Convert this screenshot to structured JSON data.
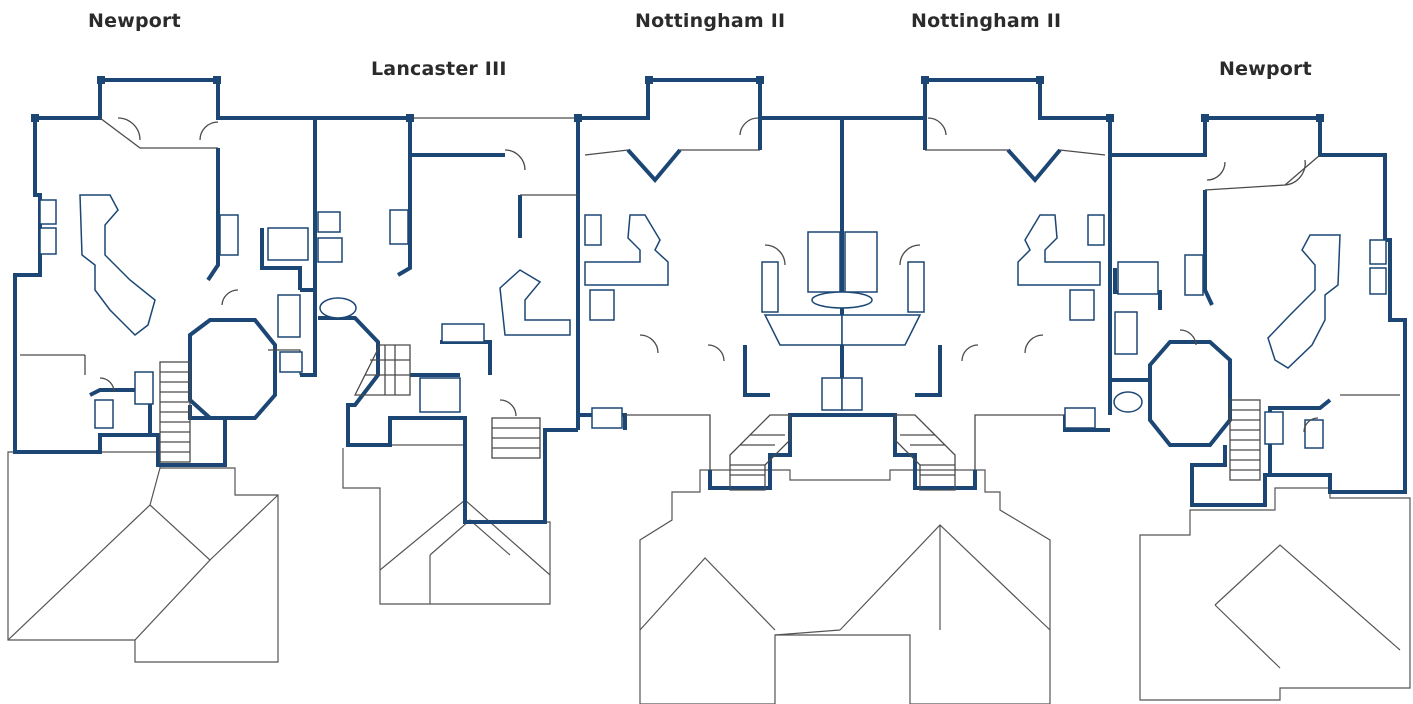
{
  "units": [
    {
      "id": "unit-1",
      "name": "Newport"
    },
    {
      "id": "unit-2",
      "name": "Lancaster III"
    },
    {
      "id": "unit-3",
      "name": "Nottingham II"
    },
    {
      "id": "unit-4",
      "name": "Nottingham II"
    },
    {
      "id": "unit-5",
      "name": "Newport"
    }
  ],
  "colors": {
    "wall": "#1c4775",
    "line": "#4a4a4a",
    "background": "#ffffff",
    "label": "#2b2b2b"
  }
}
